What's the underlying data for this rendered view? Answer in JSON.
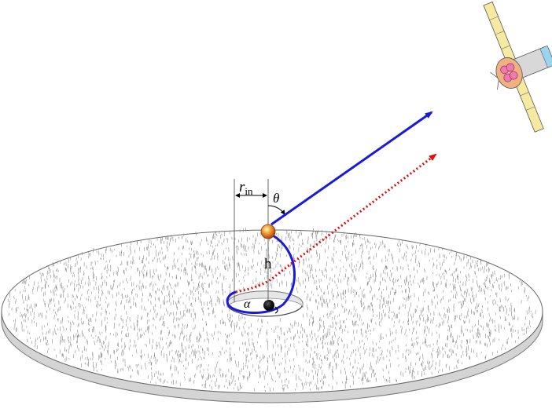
{
  "labels": {
    "r": "r",
    "r_sub": "in",
    "theta": "θ",
    "h": "h",
    "alpha": "α"
  },
  "colors": {
    "direct_ray": "#1a1adb",
    "reflected_ray": "#e01010",
    "source": "#e87818",
    "black_hole": "#000000",
    "disk_edge": "#cfcfcf"
  },
  "icons": {
    "satellite": "satellite-icon"
  }
}
